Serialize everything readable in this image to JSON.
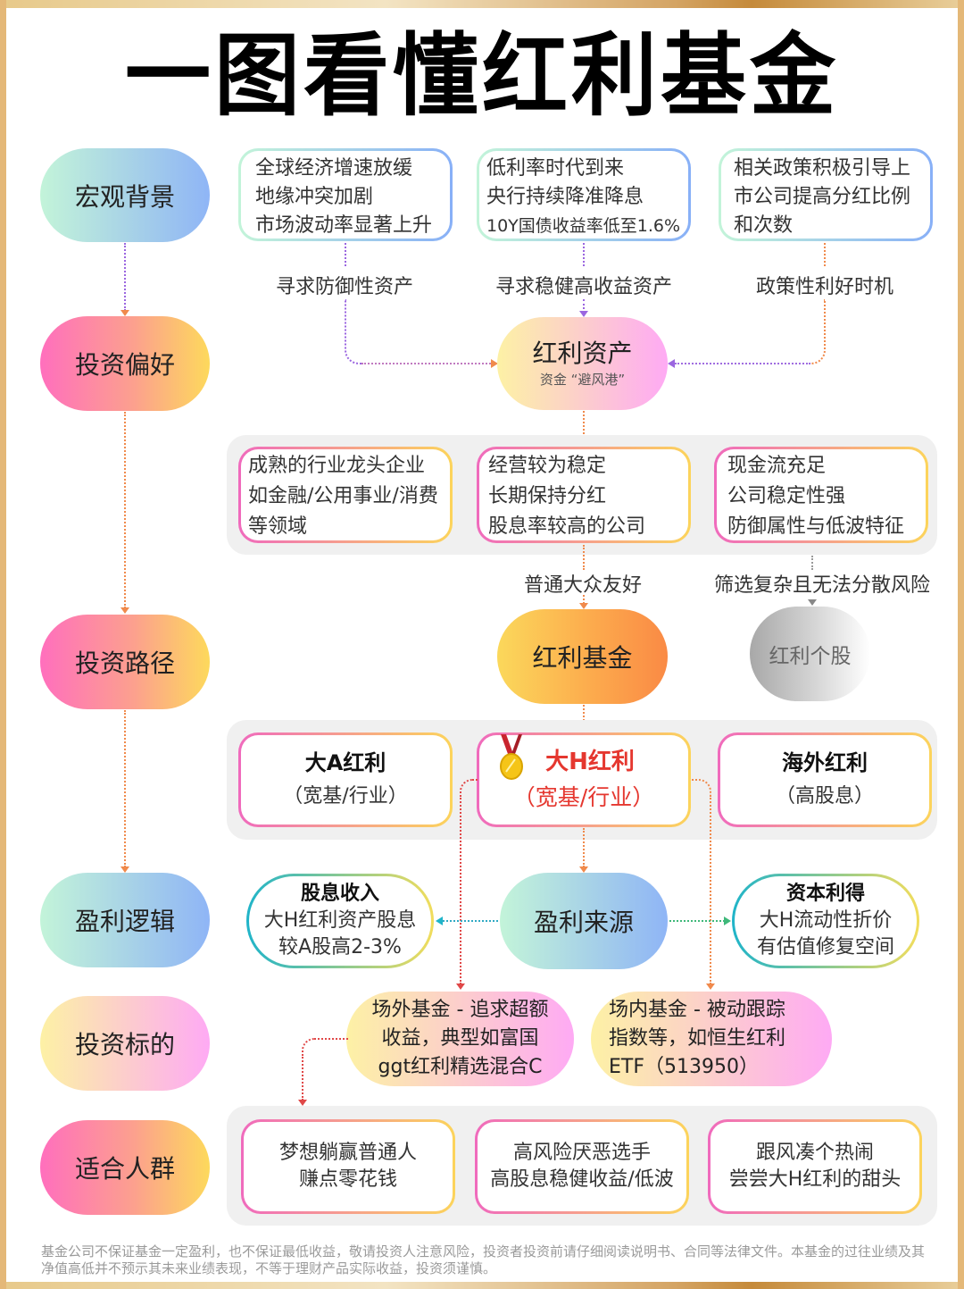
{
  "title": "一图看懂红利基金",
  "left_column": [
    {
      "label": "宏观背景",
      "style": "blue"
    },
    {
      "label": "投资偏好",
      "style": "pink"
    },
    {
      "label": "投资路径",
      "style": "pink"
    },
    {
      "label": "盈利逻辑",
      "style": "blue"
    },
    {
      "label": "投资标的",
      "style": "yellow-pink"
    },
    {
      "label": "适合人群",
      "style": "pink"
    }
  ],
  "macro_boxes": [
    {
      "lines": [
        "全球经济增速放缓",
        "地缘冲突加剧",
        "市场波动率显著上升"
      ]
    },
    {
      "lines": [
        "低利率时代到来",
        "央行持续降准降息",
        "10Y国债收益率低至1.6%"
      ]
    },
    {
      "lines": [
        "相关政策积极引导上",
        "市公司提高分红比例",
        "和次数"
      ]
    }
  ],
  "macro_labels": [
    "寻求防御性资产",
    "寻求稳健高收益资产",
    "政策性利好时机"
  ],
  "dividend_asset": {
    "title": "红利资产",
    "subtitle": "资金 “避风港”"
  },
  "asset_traits": [
    {
      "lines": [
        "成熟的行业龙头企业",
        "如金融/公用事业/消费",
        "等领域"
      ]
    },
    {
      "lines": [
        "经营较为稳定",
        "长期保持分红",
        "股息率较高的公司"
      ]
    },
    {
      "lines": [
        "现金流充足",
        "公司稳定性强",
        "防御属性与低波特征"
      ]
    }
  ],
  "path_labels": {
    "fund": "普通大众友好",
    "stock": "筛选复杂且无法分散风险"
  },
  "dividend_fund": "红利基金",
  "dividend_stock": "红利个股",
  "fund_types": [
    {
      "title": "大A红利",
      "sub": "（宽基/行业）",
      "highlight": false
    },
    {
      "title": "大H红利",
      "sub": "（宽基/行业）",
      "highlight": true,
      "badge": "medal-icon"
    },
    {
      "title": "海外红利",
      "sub": "（高股息）",
      "highlight": false
    }
  ],
  "profit": {
    "center": "盈利来源",
    "left": {
      "title": "股息收入",
      "lines": [
        "大H红利资产股息",
        "较A股高2-3%"
      ]
    },
    "right": {
      "title": "资本利得",
      "lines": [
        "大H流动性折价",
        "有估值修复空间"
      ]
    }
  },
  "targets": [
    {
      "lines": [
        "场外基金 - 追求超额",
        "收益，典型如富国",
        "ggt红利精选混合C"
      ]
    },
    {
      "lines": [
        "场内基金 - 被动跟踪",
        "指数等，如恒生红利",
        "ETF（513950）"
      ]
    }
  ],
  "audience": [
    {
      "lines": [
        "梦想躺赢普通人",
        "赚点零花钱"
      ]
    },
    {
      "lines": [
        "高风险厌恶选手",
        "高股息稳健收益/低波"
      ]
    },
    {
      "lines": [
        "跟风凑个热闹",
        "尝尝大H红利的甜头"
      ]
    }
  ],
  "disclaimer": "基金公司不保证基金一定盈利，也不保证最低收益，敬请投资人注意风险，投资者投资前请仔细阅读说明书、合同等法律文件。本基金的过往业绩及其净值高低并不预示其未来业绩表现，不等于理财产品实际收益，投资须谨慎。",
  "colors": {
    "frame_gold": "#e4b878",
    "highlight_red": "#e5372f",
    "panel_gray": "#f0f0f0",
    "connector_orange": "#f08a4c",
    "connector_purple": "#9b66e0",
    "connector_green": "#3fb87a"
  }
}
